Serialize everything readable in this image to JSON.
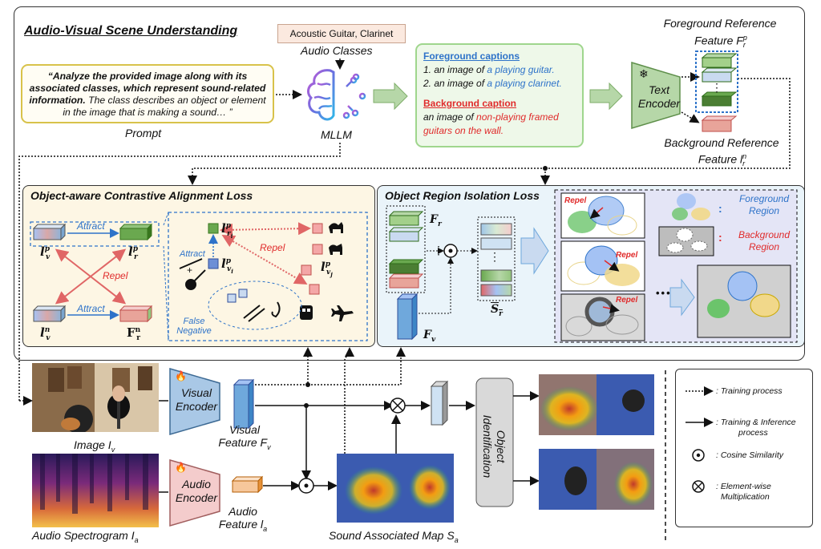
{
  "title": "Audio-Visual Scene Understanding",
  "audio_classes_box": "Acoustic Guitar, Clarinet",
  "audio_classes_label": "Audio Classes",
  "prompt": {
    "text_bold": "“Analyze the provided image along with its associated classes, which represent sound-related information.",
    "text_rest": " The class describes an object or element in the image that is making a sound… ”",
    "label": "Prompt"
  },
  "mllm_label": "MLLM",
  "captions": {
    "fg_title": "Foreground captions",
    "fg1_prefix": "1. an image of ",
    "fg1_obj": "a playing guitar.",
    "fg2_prefix": "2. an image of ",
    "fg2_obj": "a playing clarinet.",
    "bg_title": "Background caption",
    "bg_prefix": "an image of ",
    "bg_obj": "non-playing framed guitars on the wall."
  },
  "text_encoder": {
    "line1": "Text",
    "line2": "Encoder",
    "icon": "snowflake-icon"
  },
  "fg_ref": {
    "line1": "Foreground Reference",
    "line2": "Feature F",
    "sup": "p",
    "sub": "r"
  },
  "bg_ref": {
    "line1": "Background Reference",
    "line2": "Feature l",
    "sup": "n",
    "sub": "r"
  },
  "oca": {
    "title": "Object-aware Contrastive Alignment Loss",
    "attract": "Attract",
    "repel": "Repel",
    "false_negative_1": "False",
    "false_negative_2": "Negative",
    "lvp": "l",
    "lvp_sup": "p",
    "lvp_sub": "v",
    "lrp": "l",
    "lrp_sup": "p",
    "lrp_sub": "r",
    "lvn": "l",
    "lvn_sup": "n",
    "lvn_sub": "v",
    "frn": "F",
    "frn_sup": "n",
    "frn_sub": "r",
    "lrpi": "l",
    "lrpi_sup": "p",
    "lrpi_sub": "r",
    "lrpi_subsub": "i",
    "lvpi": "l",
    "lvpi_sup": "p",
    "lvpi_sub": "v",
    "lvpi_subsub": "i",
    "lvpj": "l",
    "lvpj_sup": "p",
    "lvpj_sub": "v",
    "lvpj_subsub": "j"
  },
  "ori": {
    "title": "Object Region Isolation Loss",
    "fr": "F",
    "fr_sub": "r",
    "fv": "F",
    "fv_sub": "v",
    "sr": "S",
    "sr_sub": "r",
    "repel": "Repel",
    "fg_region_1": "Foreground",
    "fg_region_2": "Region",
    "bg_region_1": "Background",
    "bg_region_2": "Region",
    "dots": "•••",
    "vdots": "⋮"
  },
  "bottom": {
    "image_label": "Image  I",
    "image_sub": "v",
    "spec_label": "Audio Spectrogram I",
    "spec_sub": "a",
    "visual_encoder_1": "Visual",
    "visual_encoder_2": "Encoder",
    "audio_encoder_1": "Audio",
    "audio_encoder_2": "Encoder",
    "visual_feature_1": "Visual",
    "visual_feature_2": "Feature F",
    "visual_feature_sub": "v",
    "audio_feature_1": "Audio",
    "audio_feature_2": "Feature l",
    "audio_feature_sub": "a",
    "sam_label": "Sound Associated Map S",
    "sam_sub": "a",
    "object_identification_1": "Object",
    "object_identification_2": "Identification"
  },
  "legend": {
    "training": ": Training process",
    "train_inf_1": ": Training & Inference",
    "train_inf_2": "process",
    "cosine": ": Cosine Similarity",
    "elementwise_1": ": Element-wise",
    "elementwise_2": "Multiplication"
  },
  "colors": {
    "green": "#6aa84f",
    "dark_green": "#38761d",
    "blue_cube": "#6fa8dc",
    "red": "#e06666",
    "arrow_fill": "#b6d7a8",
    "encoder": "#a9c8e6",
    "audio_encoder": "#f4cccc"
  }
}
